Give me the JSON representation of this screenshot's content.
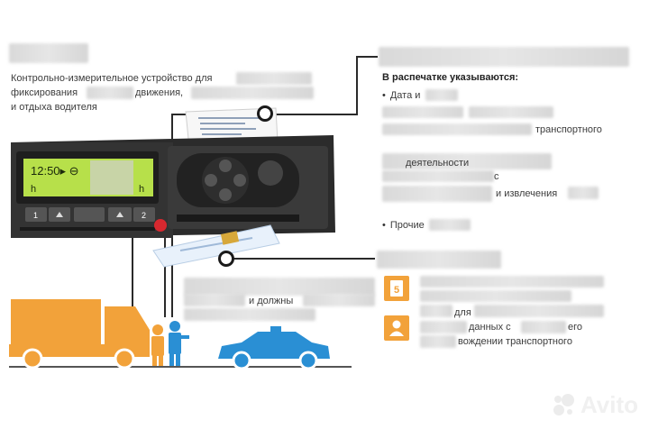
{
  "left_caption": {
    "line1": "Контрольно-измерительное устройство для",
    "line2_a": "фиксирования",
    "line2_b": "движения,",
    "line3": "и отдыха водителя"
  },
  "device": {
    "display_line1": "12:50▸ ⊖",
    "display_line2_left": "h",
    "display_line2_right": "h",
    "btn1_label": "1",
    "btn2_label": "2"
  },
  "printout": {
    "title": "В распечатке указываются:",
    "item_date": "Дата и",
    "item_transport": "транспортного",
    "item_activity": "деятельности",
    "item_activity2": "с",
    "item_extract": "и извлечения",
    "item_other": "Прочие"
  },
  "middle_caption": {
    "text": "и должны"
  },
  "card_info": {
    "row1_icon": "5",
    "row2_line1": "для",
    "row2_line2_a": "данных с",
    "row2_line2_b": "его",
    "row2_line3": "вождении транспортного"
  },
  "watermark": {
    "text": "Avito"
  },
  "colors": {
    "truck": "#f2a23a",
    "car": "#2a8fd4",
    "person": "#f2a23a",
    "device_body": "#2b2b2b",
    "display": "#b7e04a",
    "red_button": "#d8282f"
  }
}
